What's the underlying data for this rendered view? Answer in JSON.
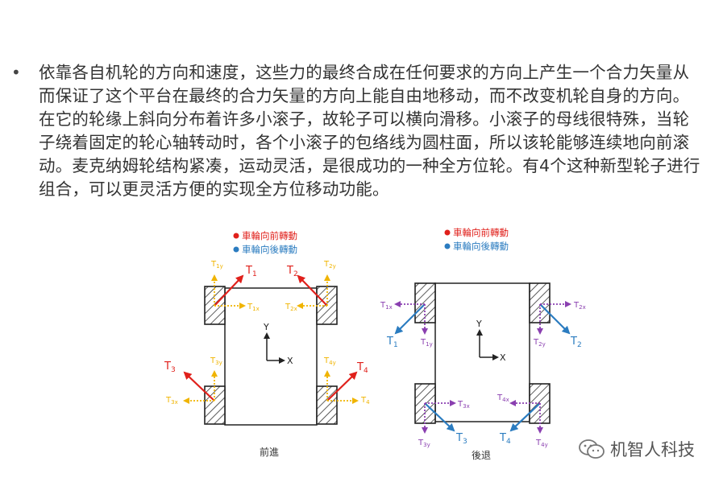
{
  "paragraph": {
    "bullet": "•",
    "text": "依靠各自机轮的方向和速度，这些力的最终合成在任何要求的方向上产生一个合力矢量从而保证了这个平台在最终的合力矢量的方向上能自由地移动，而不改变机轮自身的方向。在它的轮缘上斜向分布着许多小滚子，故轮子可以横向滑移。小滚子的母线很特殊，当轮子绕着固定的轮心轴转动时，各个小滚子的包络线为圆柱面，所以该轮能够连续地向前滚动。麦克纳姆轮结构紧凑，运动灵活，是很成功的一种全方位轮。有4个这种新型轮子进行组合，可以更灵活方便的实现全方位移动功能。"
  },
  "diagram_forward": {
    "legend": [
      "車輪向前轉動",
      "車輪向後轉動"
    ],
    "caption": "前進",
    "axes": {
      "y": "Y",
      "x": "X"
    },
    "forces": {
      "T1": "1",
      "T2": "2",
      "T3": "3",
      "T4": "4"
    },
    "components": {
      "t1y": "1y",
      "t1x": "1x",
      "t2y": "2y",
      "t2x": "2x",
      "t3y": "3y",
      "t3x": "3x",
      "t4y": "4y",
      "t4x": "4"
    }
  },
  "diagram_backward": {
    "legend": [
      "車輪向前轉動",
      "車輪向後轉動"
    ],
    "caption": "後退",
    "axes": {
      "y": "Y",
      "x": "X"
    },
    "forces": {
      "T1": "1",
      "T2": "2",
      "T3": "3",
      "T4": "4"
    },
    "components": {
      "t1x": "1x",
      "t1y": "1y",
      "t2x": "2x",
      "t2y": "2y",
      "t3x": "3x",
      "t3y": "3y",
      "t4x": "4x",
      "t4y": "4y"
    }
  },
  "watermark": {
    "text": "机智人科技"
  },
  "colors": {
    "red": "#e0201b",
    "blue": "#2b7cc0",
    "yellow": "#f0b400",
    "purple": "#8a3fb0"
  }
}
